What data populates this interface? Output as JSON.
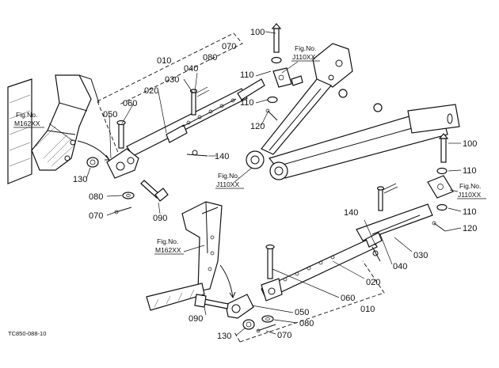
{
  "diagram": {
    "caption": "TC850-088-10",
    "part_numbers": {
      "p010": "010",
      "p020": "020",
      "p030": "030",
      "p040": "040",
      "p050": "050",
      "p060": "060",
      "p070": "070",
      "p080": "080",
      "p090": "090",
      "p100": "100",
      "p110": "110",
      "p120": "120",
      "p130": "130",
      "p140": "140"
    },
    "figure_references": {
      "fig_no": "Fig.No.",
      "j110": "J110XX",
      "m162": "M162XX"
    }
  }
}
